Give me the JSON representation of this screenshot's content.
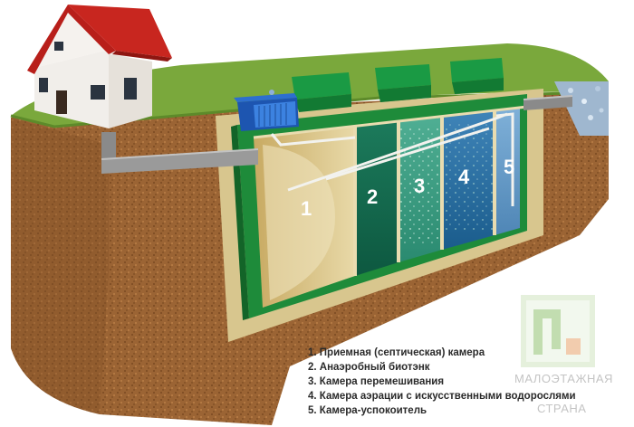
{
  "chambers": {
    "c1": "1",
    "c2": "2",
    "c3": "3",
    "c4": "4",
    "c5": "5"
  },
  "legend": {
    "item1": "1. Приемная (септическая) камера",
    "item2": "2. Анаэробный биотэнк",
    "item3": "3. Камера перемешивания",
    "item4": "4. Камера аэрации с искусственными водорослями",
    "item5": "5. Камера-успокоитель"
  },
  "logo": {
    "line1": "МАЛОЭТАЖНАЯ",
    "line2": "СТРАНА"
  },
  "colors": {
    "soil": "#9a6233",
    "grass": "#7aa83c",
    "tank_green": "#1f8a3a",
    "chamber_wall": "#e9dcb0",
    "water_green": "#0f6e4f",
    "water_blue": "#1f6fae"
  }
}
